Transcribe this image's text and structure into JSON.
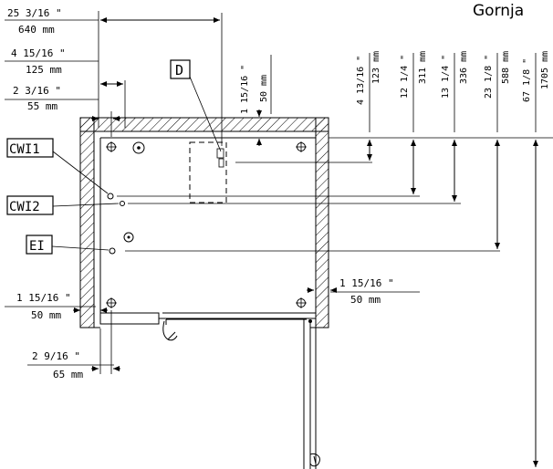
{
  "header": {
    "title": "Gornja"
  },
  "callouts": {
    "d": "D",
    "cwi1": "CWI1",
    "cwi2": "CWI2",
    "ei": "EI"
  },
  "dims_top": [
    {
      "imperial": "25 3/16 \"",
      "metric": "640 mm"
    },
    {
      "imperial": "4 15/16 \"",
      "metric": "125 mm"
    },
    {
      "imperial": "2 3/16 \"",
      "metric": "55 mm"
    }
  ],
  "dims_left": [
    {
      "imperial": "1 15/16 \"",
      "metric": "50 mm"
    },
    {
      "imperial": "2 9/16 \"",
      "metric": "65 mm"
    }
  ],
  "dims_right_inner": {
    "imperial": "1 15/16 \"",
    "metric": "50 mm"
  },
  "dims_vertical": [
    {
      "imperial": "1 15/16 \"",
      "metric": "50 mm"
    },
    {
      "imperial": "4 13/16 \"",
      "metric": "123 mm"
    },
    {
      "imperial": "12 1/4 \"",
      "metric": "311 mm"
    },
    {
      "imperial": "13 1/4 \"",
      "metric": "336 mm"
    },
    {
      "imperial": "23 1/8 \"",
      "metric": "588 mm"
    },
    {
      "imperial": "67 1/8 \"",
      "metric": "1705 mm"
    }
  ]
}
